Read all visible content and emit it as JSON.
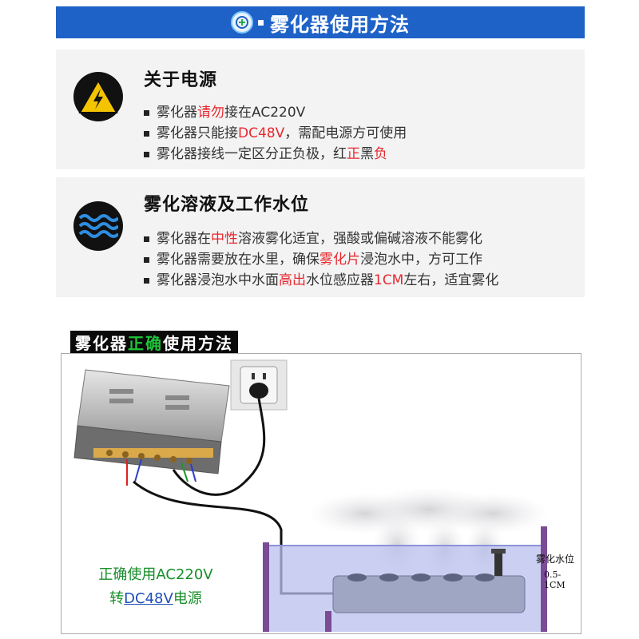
{
  "banner": {
    "title": "雾化器使用方法"
  },
  "power": {
    "title": "关于电源",
    "items": [
      {
        "a": "雾化器",
        "b": "请勿",
        "c": "接在AC220V"
      },
      {
        "a": "雾化器只能接",
        "b": "DC48V",
        "c": "，需配电源方可使用"
      },
      {
        "a": "雾化器接线一定区分正负极，红",
        "b": "正",
        "c": "黑",
        "d": "负"
      }
    ]
  },
  "solution": {
    "title": "雾化溶液及工作水位",
    "items": [
      {
        "a": "雾化器在",
        "b": "中性",
        "c": "溶液雾化适宜，强酸或偏碱溶液不能雾化"
      },
      {
        "a": "雾化器需要放在水里，确保",
        "b": "雾化片",
        "c": "浸泡水中，方可工作"
      },
      {
        "a": "雾化器浸泡水中水面",
        "b": "高出",
        "c": "水位感应器",
        "d": "1CM",
        "e": "左右，适宜雾化"
      }
    ]
  },
  "usage": {
    "tag_a": "雾化器",
    "tag_b": "正确",
    "tag_c": "使用方法",
    "caption_line1": "正确使用AC220V",
    "caption_line2_a": "转",
    "caption_line2_b": "DC48V",
    "caption_line2_c": "电源",
    "water_level_label": "雾化水位",
    "water_level_value": "0.5-1CM"
  },
  "colors": {
    "banner_blue": "#1e62c8",
    "highlight_red": "#e8282d",
    "highlight_green": "#1ec33a",
    "warning_yellow": "#f5c400",
    "wave_blue": "#2f8de0"
  }
}
